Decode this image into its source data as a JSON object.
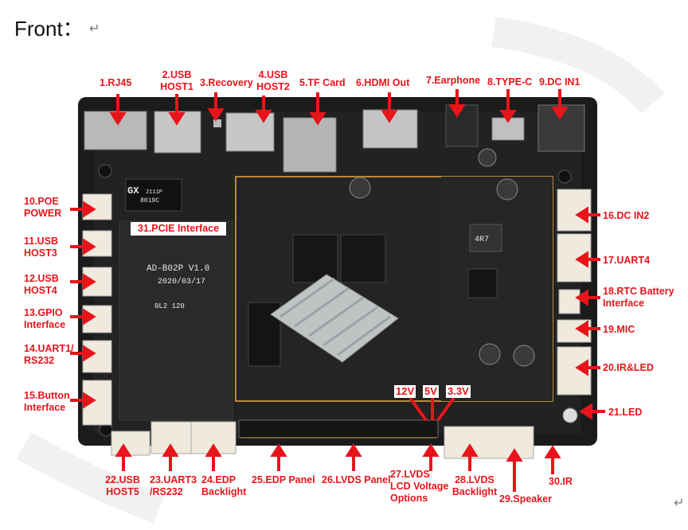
{
  "heading": "Front：",
  "return_mark": "↵",
  "colors": {
    "label": "#e8141a",
    "pcb": "#1b1b1b",
    "heatsink": "#bfc3c4"
  },
  "labels": {
    "l1": "1.RJ45",
    "l2a": "2.USB",
    "l2b": "HOST1",
    "l3": "3.Recovery",
    "l4a": "4.USB",
    "l4b": "HOST2",
    "l5": "5.TF Card",
    "l6": "6.HDMI Out",
    "l7": "7.Earphone",
    "l8": "8.TYPE-C",
    "l9": "9.DC IN1",
    "l10a": "10.POE",
    "l10b": "POWER",
    "l11a": "11.USB",
    "l11b": "HOST3",
    "l12a": "12.USB",
    "l12b": "HOST4",
    "l13a": "13.GPIO",
    "l13b": "Interface",
    "l14a": "14.UART1/",
    "l14b": "RS232",
    "l15a": "15.Button",
    "l15b": "Interface",
    "l16": "16.DC IN2",
    "l17": "17.UART4",
    "l18a": "18.RTC Battery",
    "l18b": "Interface",
    "l19": "19.MIC",
    "l20": "20.IR&LED",
    "l21": "21.LED",
    "l22a": "22.USB",
    "l22b": "HOST5",
    "l23a": "23.UART3",
    "l23b": "/RS232",
    "l24a": "24.EDP",
    "l24b": "Backlight",
    "l25": "25.EDP Panel",
    "l26": "26.LVDS Panel",
    "l27a": "27.LVDS",
    "l27b": "LCD Voltage",
    "l27c": "Options",
    "l28a": "28.LVDS",
    "l28b": "Backlight",
    "l29": "29.Speaker",
    "l30": "30.IR",
    "l31": "31.PCIE Interface",
    "v12": "12V",
    "v5": "5V",
    "v33": "3.3V"
  },
  "silkscreen": {
    "board_name": "AD-B02P  V1.0",
    "date": "2020/03/17",
    "gx": "GX",
    "gx_sub": "2111P",
    "gx_code": "8019C",
    "lot": "0L2 120",
    "inductor": "4R7"
  }
}
